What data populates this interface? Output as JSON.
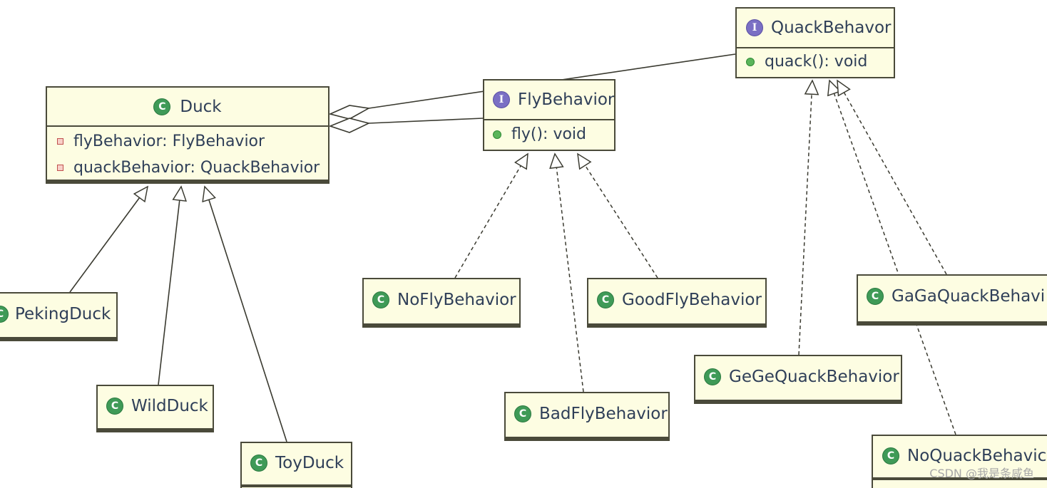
{
  "classes": {
    "duck": {
      "name": "Duck",
      "stereotype": "class",
      "fields": [
        "flyBehavior: FlyBehavior",
        "quackBehavior: QuackBehavior"
      ]
    },
    "fly_behavior": {
      "name": "FlyBehavior",
      "stereotype": "interface",
      "methods": [
        "fly(): void"
      ]
    },
    "quack_behavior": {
      "name": "QuackBehavor",
      "stereotype": "interface",
      "methods": [
        "quack(): void"
      ]
    },
    "peking_duck": {
      "name": "PekingDuck"
    },
    "wild_duck": {
      "name": "WildDuck"
    },
    "toy_duck": {
      "name": "ToyDuck"
    },
    "no_fly_behavior": {
      "name": "NoFlyBehavior"
    },
    "good_fly_behavior": {
      "name": "GoodFlyBehavior"
    },
    "bad_fly_behavior": {
      "name": "BadFlyBehavior"
    },
    "gaga_quack_behavior": {
      "name": "GaGaQuackBehavi"
    },
    "gege_quack_behavior": {
      "name": "GeGeQuackBehavior"
    },
    "no_quack_behavior": {
      "name": "NoQuackBehavic"
    }
  },
  "icons": {
    "class": "C",
    "interface": "I"
  },
  "relations": [
    {
      "type": "inheritance",
      "from": "PekingDuck",
      "to": "Duck"
    },
    {
      "type": "inheritance",
      "from": "WildDuck",
      "to": "Duck"
    },
    {
      "type": "inheritance",
      "from": "ToyDuck",
      "to": "Duck"
    },
    {
      "type": "realization",
      "from": "NoFlyBehavior",
      "to": "FlyBehavior"
    },
    {
      "type": "realization",
      "from": "BadFlyBehavior",
      "to": "FlyBehavior"
    },
    {
      "type": "realization",
      "from": "GoodFlyBehavior",
      "to": "FlyBehavior"
    },
    {
      "type": "realization",
      "from": "GeGeQuackBehavior",
      "to": "QuackBehavor"
    },
    {
      "type": "realization",
      "from": "NoQuackBehavic",
      "to": "QuackBehavor"
    },
    {
      "type": "realization",
      "from": "GaGaQuackBehavi",
      "to": "QuackBehavor"
    },
    {
      "type": "aggregation",
      "from": "Duck",
      "to": "FlyBehavior"
    },
    {
      "type": "aggregation",
      "from": "Duck",
      "to": "QuackBehavor"
    }
  ],
  "colors": {
    "box_fill": "#fdfde2",
    "border": "#4a4a3a",
    "text": "#2f3f58",
    "class_icon": "#3f9a57",
    "interface_icon": "#7a6fc4"
  },
  "watermark": "CSDN @我是条咸鱼"
}
